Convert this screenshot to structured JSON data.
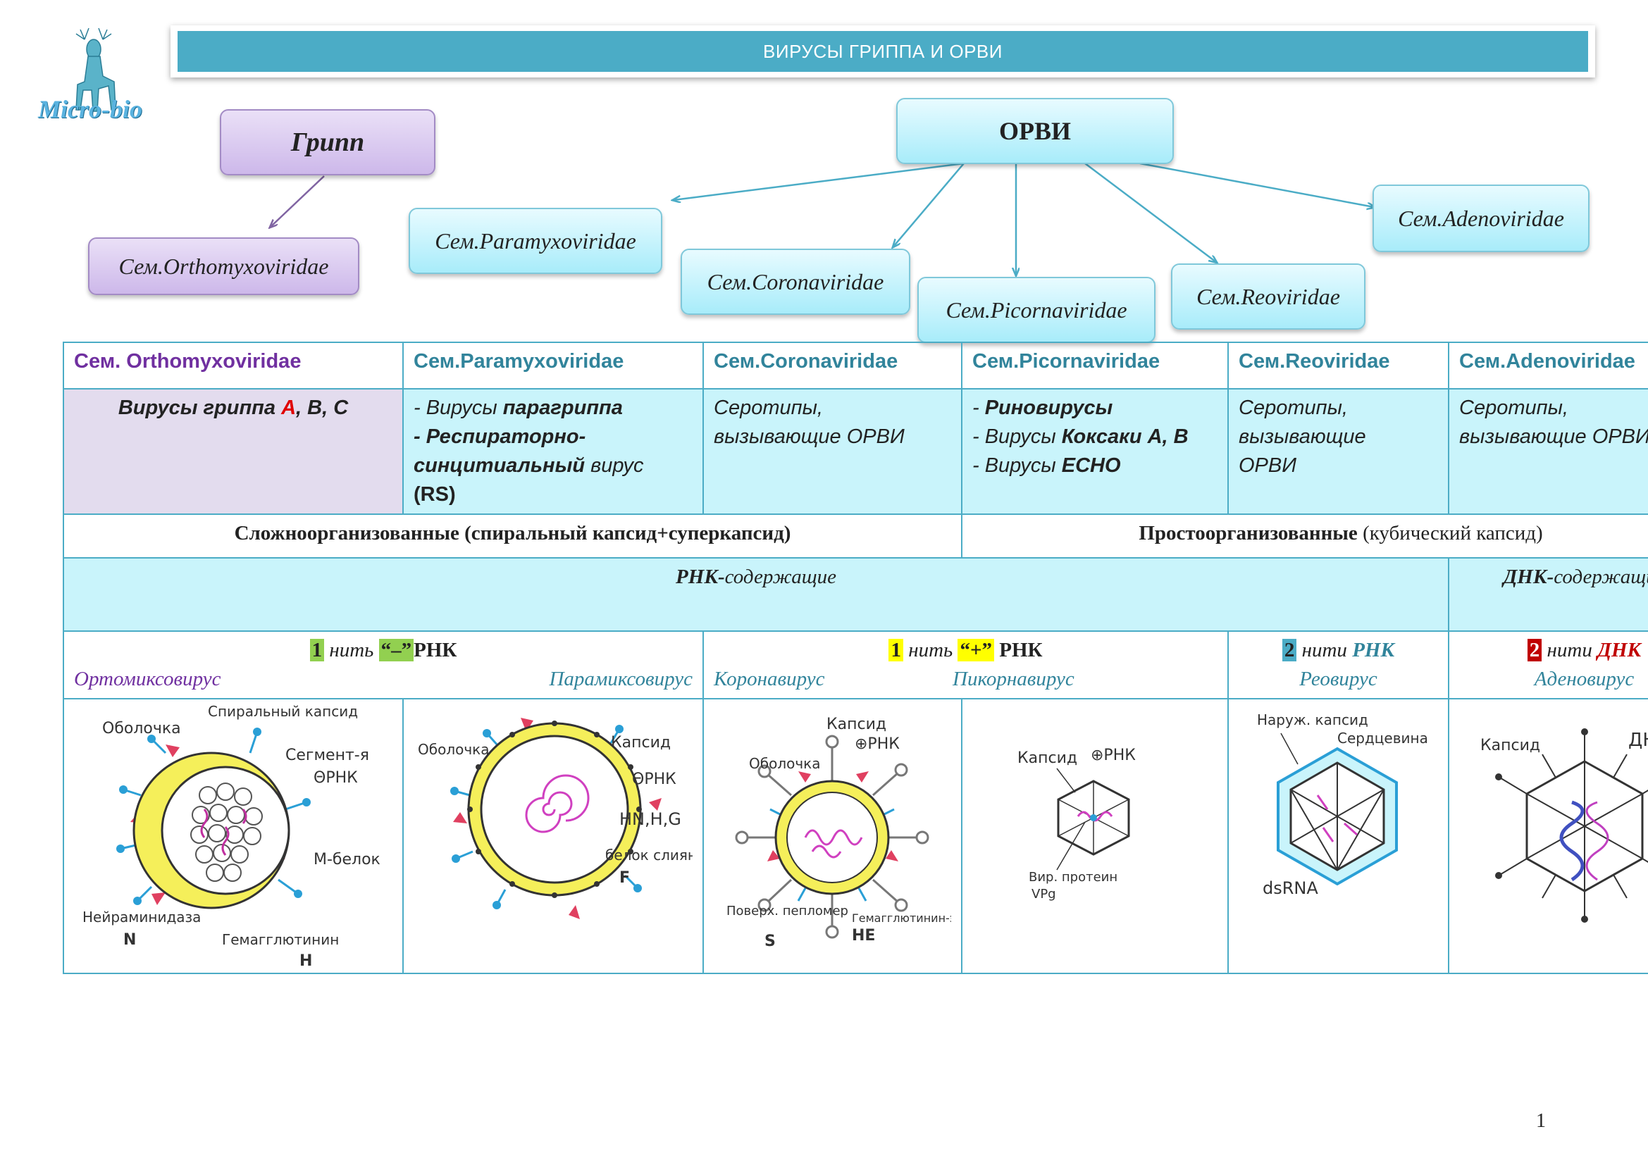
{
  "logo": {
    "text": "Micro-bio"
  },
  "banner": {
    "title": "ВИРУСЫ ГРИППА И ОРВИ"
  },
  "diagram": {
    "gripp": "Грипп",
    "orvi": "ОРВИ",
    "orthomyxo": "Сем.Orthomyxoviridae",
    "paramyxo": "Сем.Paramyxoviridae",
    "corona": "Сем.Coronaviridae",
    "picorna": "Сем.Picornaviridae",
    "reo": "Сем.Reoviridae",
    "adeno": "Сем.Adenoviridae"
  },
  "table": {
    "headers": [
      "Сем. Orthomyxoviridae",
      "Сем.Paramyxoviridae",
      "Сем.Coronaviridae",
      "Сем.Picornaviridae",
      "Сем.Reoviridae",
      "Сем.Adenoviridae"
    ],
    "row2": {
      "ortho_prefix": "Вирусы гриппа ",
      "ortho_a": "А",
      "ortho_rest": ", В, С",
      "para_l1a": "- Вирусы ",
      "para_l1b": "парагриппа",
      "para_l2a": "- Респираторно-",
      "para_l2b": "синцитиальный",
      "para_l2c": " вирус",
      "para_l3": "(RS)",
      "corona_l1": "Серотипы,",
      "corona_l2": "вызывающие ОРВИ",
      "picorna_l1a": "- ",
      "picorna_l1b": "Риновирусы",
      "picorna_l2a": "- Вирусы ",
      "picorna_l2b": "Коксаки А, В",
      "picorna_l3a": "- Вирусы ",
      "picorna_l3b": "ЕСНО",
      "reo_l1": "Серотипы,",
      "reo_l2": "вызывающие",
      "reo_l3": "ОРВИ",
      "adeno_l1": "Серотипы,",
      "adeno_l2": "вызывающие ОРВИ"
    },
    "row3": {
      "complex": "Сложноорганизованные (спиральный капсид+суперкапсид)",
      "simple_bold": "Простоорганизованные",
      "simple_rest": " (кубический капсид)"
    },
    "row4": {
      "rna_bold": "РНК-",
      "rna_rest": "содержащие",
      "dna_bold": "ДНК-",
      "dna_rest": "содержащие"
    },
    "row5": {
      "neg_num": "1",
      "neg_text": " нить ",
      "neg_sign": "“–”",
      "neg_rna": "РНК",
      "ortho_virus": "Ортомиксовирус",
      "para_virus": "Парамиксовирус",
      "pos_num": "1",
      "pos_text": " нить ",
      "pos_sign": "“+”",
      "pos_rna": " РНК",
      "corona_virus": "Коронавирус",
      "picorna_virus": "Пикорнавирус",
      "reo_num": "2",
      "reo_text": " нити ",
      "reo_rna": "РНК",
      "reo_virus": "Реовирус",
      "adeno_num": "2",
      "adeno_text": " нити ",
      "adeno_dna": "ДНК",
      "adeno_virus": "Аденовирус"
    },
    "drawings": {
      "ortho": {
        "l1": "Оболочка",
        "l2": "Спиральный капсид",
        "l3": "Сегмент-я",
        "l4": "ΘРНК",
        "l5": "М-белок",
        "l6": "Нейраминидаза",
        "l7": "N",
        "l8": "Гемагглютинин",
        "l9": "Н"
      },
      "para": {
        "l1": "Оболочка",
        "l2": "Капсид",
        "l3": "ΘРНК",
        "l4": "HN,H,G",
        "l5": "белок слияния",
        "l6": "F"
      },
      "corona": {
        "l1": "Капсид",
        "l2": "⊕РНК",
        "l3": "Оболочка",
        "l4": "Поверх. пепломер",
        "l5": "S",
        "l6": "Гемагглютинин-эстераза",
        "l7": "НЕ"
      },
      "picorna": {
        "l1": "Капсид",
        "l2": "⊕РНК",
        "l3": "Вир. протеин",
        "l4": "VPg"
      },
      "reo": {
        "l1": "Наруж. капсид",
        "l2": "Сердцевина",
        "l3": "dsRNA"
      },
      "adeno": {
        "l1": "Капсид",
        "l2": "ДНК"
      }
    }
  },
  "page": {
    "number": "1"
  }
}
